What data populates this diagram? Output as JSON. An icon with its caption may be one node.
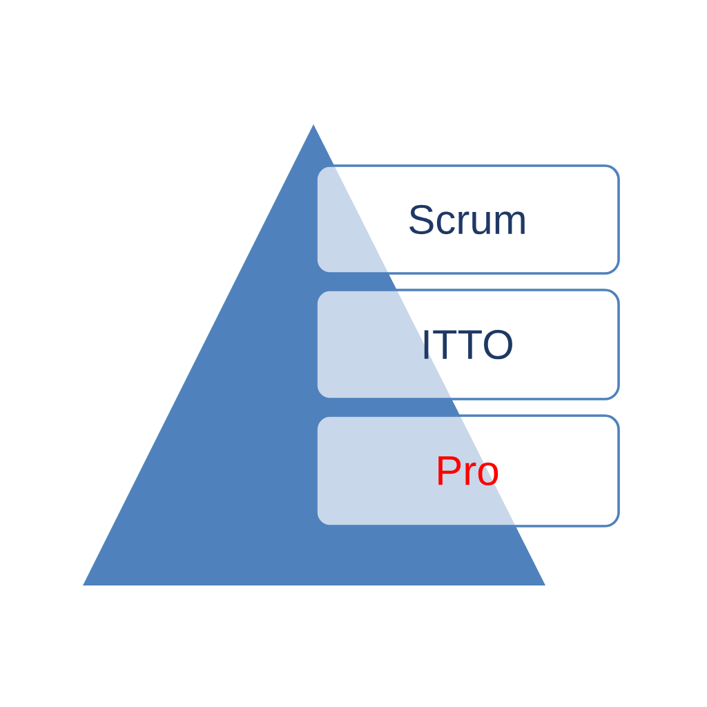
{
  "diagram": {
    "nodes": [
      {
        "text": [],
        "shape": "triangle"
      },
      {
        "text": [
          "Scrum"
        ]
      },
      {
        "text": [
          "ITTO"
        ]
      },
      {
        "text": [
          "Pro"
        ]
      }
    ]
  }
}
